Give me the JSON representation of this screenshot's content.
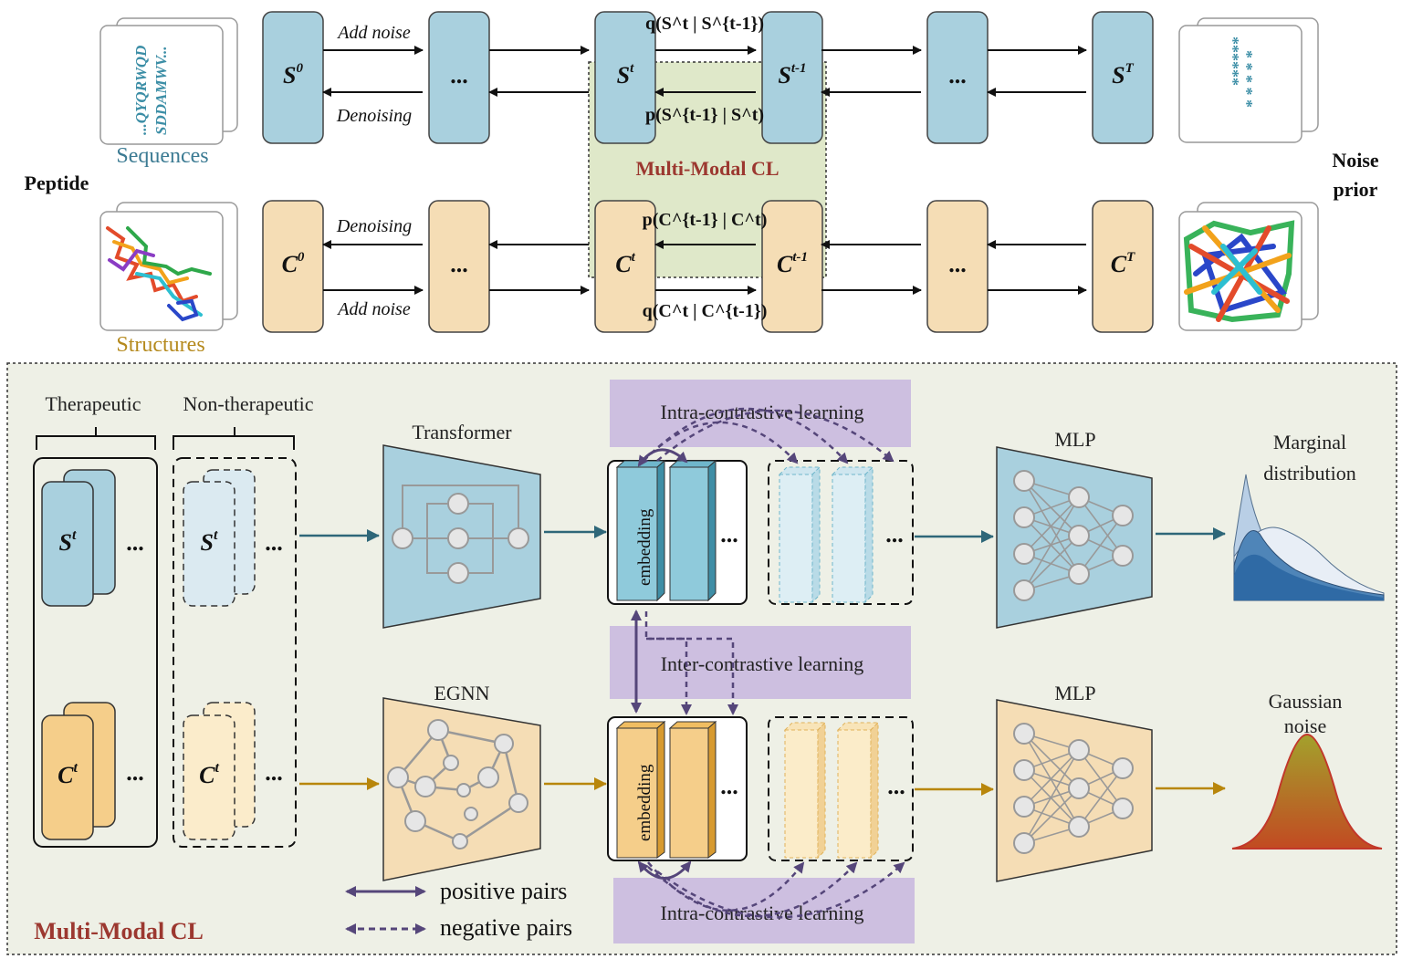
{
  "top": {
    "sequences_label": "Sequences",
    "structures_label": "Structures",
    "sequence_card_text": [
      "...QYQRWQD",
      "SDDAMWV..."
    ],
    "noise_card_text": [
      "******",
      "* * * * *",
      "*****"
    ],
    "peptide_label": "Peptide",
    "noise_prior_label": [
      "Noise",
      "prior"
    ],
    "s_nodes": [
      {
        "base": "S",
        "sup": "0"
      },
      {
        "base": "...",
        "sup": ""
      },
      {
        "base": "S",
        "sup": "t"
      },
      {
        "base": "S",
        "sup": "t-1"
      },
      {
        "base": "...",
        "sup": ""
      },
      {
        "base": "S",
        "sup": "T"
      }
    ],
    "c_nodes": [
      {
        "base": "C",
        "sup": "0"
      },
      {
        "base": "...",
        "sup": ""
      },
      {
        "base": "C",
        "sup": "t"
      },
      {
        "base": "C",
        "sup": "t-1"
      },
      {
        "base": "...",
        "sup": ""
      },
      {
        "base": "C",
        "sup": "T"
      }
    ],
    "add_noise": "Add noise",
    "denoising": "Denoising",
    "q_s": "q(S^t | S^{t-1})",
    "p_s": "p(S^{t-1} | S^t)",
    "p_c": "p(C^{t-1} | C^t)",
    "q_c": "q(C^t | C^{t-1})",
    "mmcl_label": "Multi-Modal CL"
  },
  "bottom": {
    "therapeutic": "Therapeutic",
    "non_therapeutic": "Non-therapeutic",
    "transformer": "Transformer",
    "egnn": "EGNN",
    "mlp_top": "MLP",
    "mlp_bottom": "MLP",
    "embedding": "embedding",
    "intra_top": "Intra-contrastive learning",
    "inter": "Inter-contrastive learning",
    "intra_bottom": "Intra-contrastive learning",
    "marginal": [
      "Marginal",
      "distribution"
    ],
    "gaussian": [
      "Gaussian",
      "noise"
    ],
    "positive_pairs": "positive pairs",
    "negative_pairs": "negative pairs",
    "mmcl_label": "Multi-Modal CL",
    "ellipsis": "..."
  },
  "colors": {
    "blue_fill": "#a9d0de",
    "beige_fill": "#f5ddb5",
    "teal_arrow": "#2e6779",
    "gold_arrow": "#b8860b",
    "purple": "#55467a",
    "purple_box": "#cdbfe0",
    "panel_bg": "#eef0e6",
    "mmcl_red": "#9c3830"
  }
}
